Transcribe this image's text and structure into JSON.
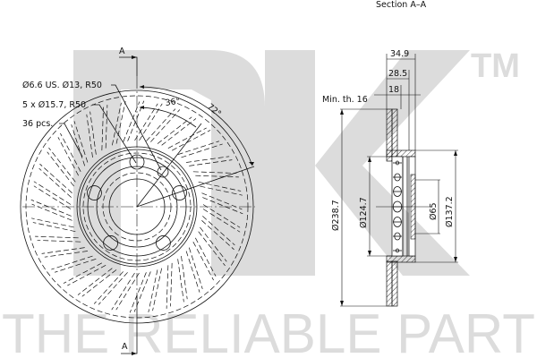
{
  "watermark": {
    "logo_letters": "NK",
    "trademark": "TM",
    "slogan": "THE RELIABLE PART",
    "color": "#dcdcdc"
  },
  "front_view": {
    "section_marker_top": "A",
    "section_marker_bottom": "A",
    "callouts": {
      "hole_small": "Ø6.6 US. Ø13, R50",
      "bolt_holes": "5 x Ø15.7, R50",
      "vanes": "36 pcs."
    },
    "angles": {
      "angle_1": "36°",
      "angle_2": "72°"
    }
  },
  "section_view": {
    "title": "Section A–A",
    "dimensions": {
      "overall_height": "34.9",
      "hat_height": "28.5",
      "thickness": "18",
      "min_thickness": "Min. th. 16",
      "outer_diameter": "Ø238.7",
      "pcd_or_hub": "Ø124.7",
      "center_bore": "Ø65",
      "hat_diameter": "Ø137.2"
    }
  }
}
